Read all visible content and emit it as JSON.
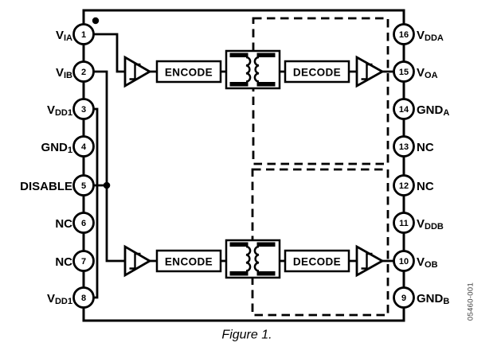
{
  "diagram": {
    "caption": "Figure 1.",
    "figure_code": "05460-001",
    "channel_a": {
      "encode": "ENCODE",
      "decode": "DECODE"
    },
    "channel_b": {
      "encode": "ENCODE",
      "decode": "DECODE"
    },
    "pins_left": [
      {
        "number": "1",
        "name": "V",
        "sub": "IA"
      },
      {
        "number": "2",
        "name": "V",
        "sub": "IB"
      },
      {
        "number": "3",
        "name": "V",
        "sub": "DD1"
      },
      {
        "number": "4",
        "name": "GND",
        "sub": "1"
      },
      {
        "number": "5",
        "name": "DISABLE",
        "sub": ""
      },
      {
        "number": "6",
        "name": "NC",
        "sub": ""
      },
      {
        "number": "7",
        "name": "NC",
        "sub": ""
      },
      {
        "number": "8",
        "name": "V",
        "sub": "DD1"
      }
    ],
    "pins_right": [
      {
        "number": "16",
        "name": "V",
        "sub": "DDA"
      },
      {
        "number": "15",
        "name": "V",
        "sub": "OA"
      },
      {
        "number": "14",
        "name": "GND",
        "sub": "A"
      },
      {
        "number": "13",
        "name": "NC",
        "sub": ""
      },
      {
        "number": "12",
        "name": "NC",
        "sub": ""
      },
      {
        "number": "11",
        "name": "V",
        "sub": "DDB"
      },
      {
        "number": "10",
        "name": "V",
        "sub": "OB"
      },
      {
        "number": "9",
        "name": "GND",
        "sub": "B"
      }
    ],
    "colors": {
      "line": "#000000",
      "background": "#ffffff",
      "figure_code_text": "#404040"
    }
  }
}
